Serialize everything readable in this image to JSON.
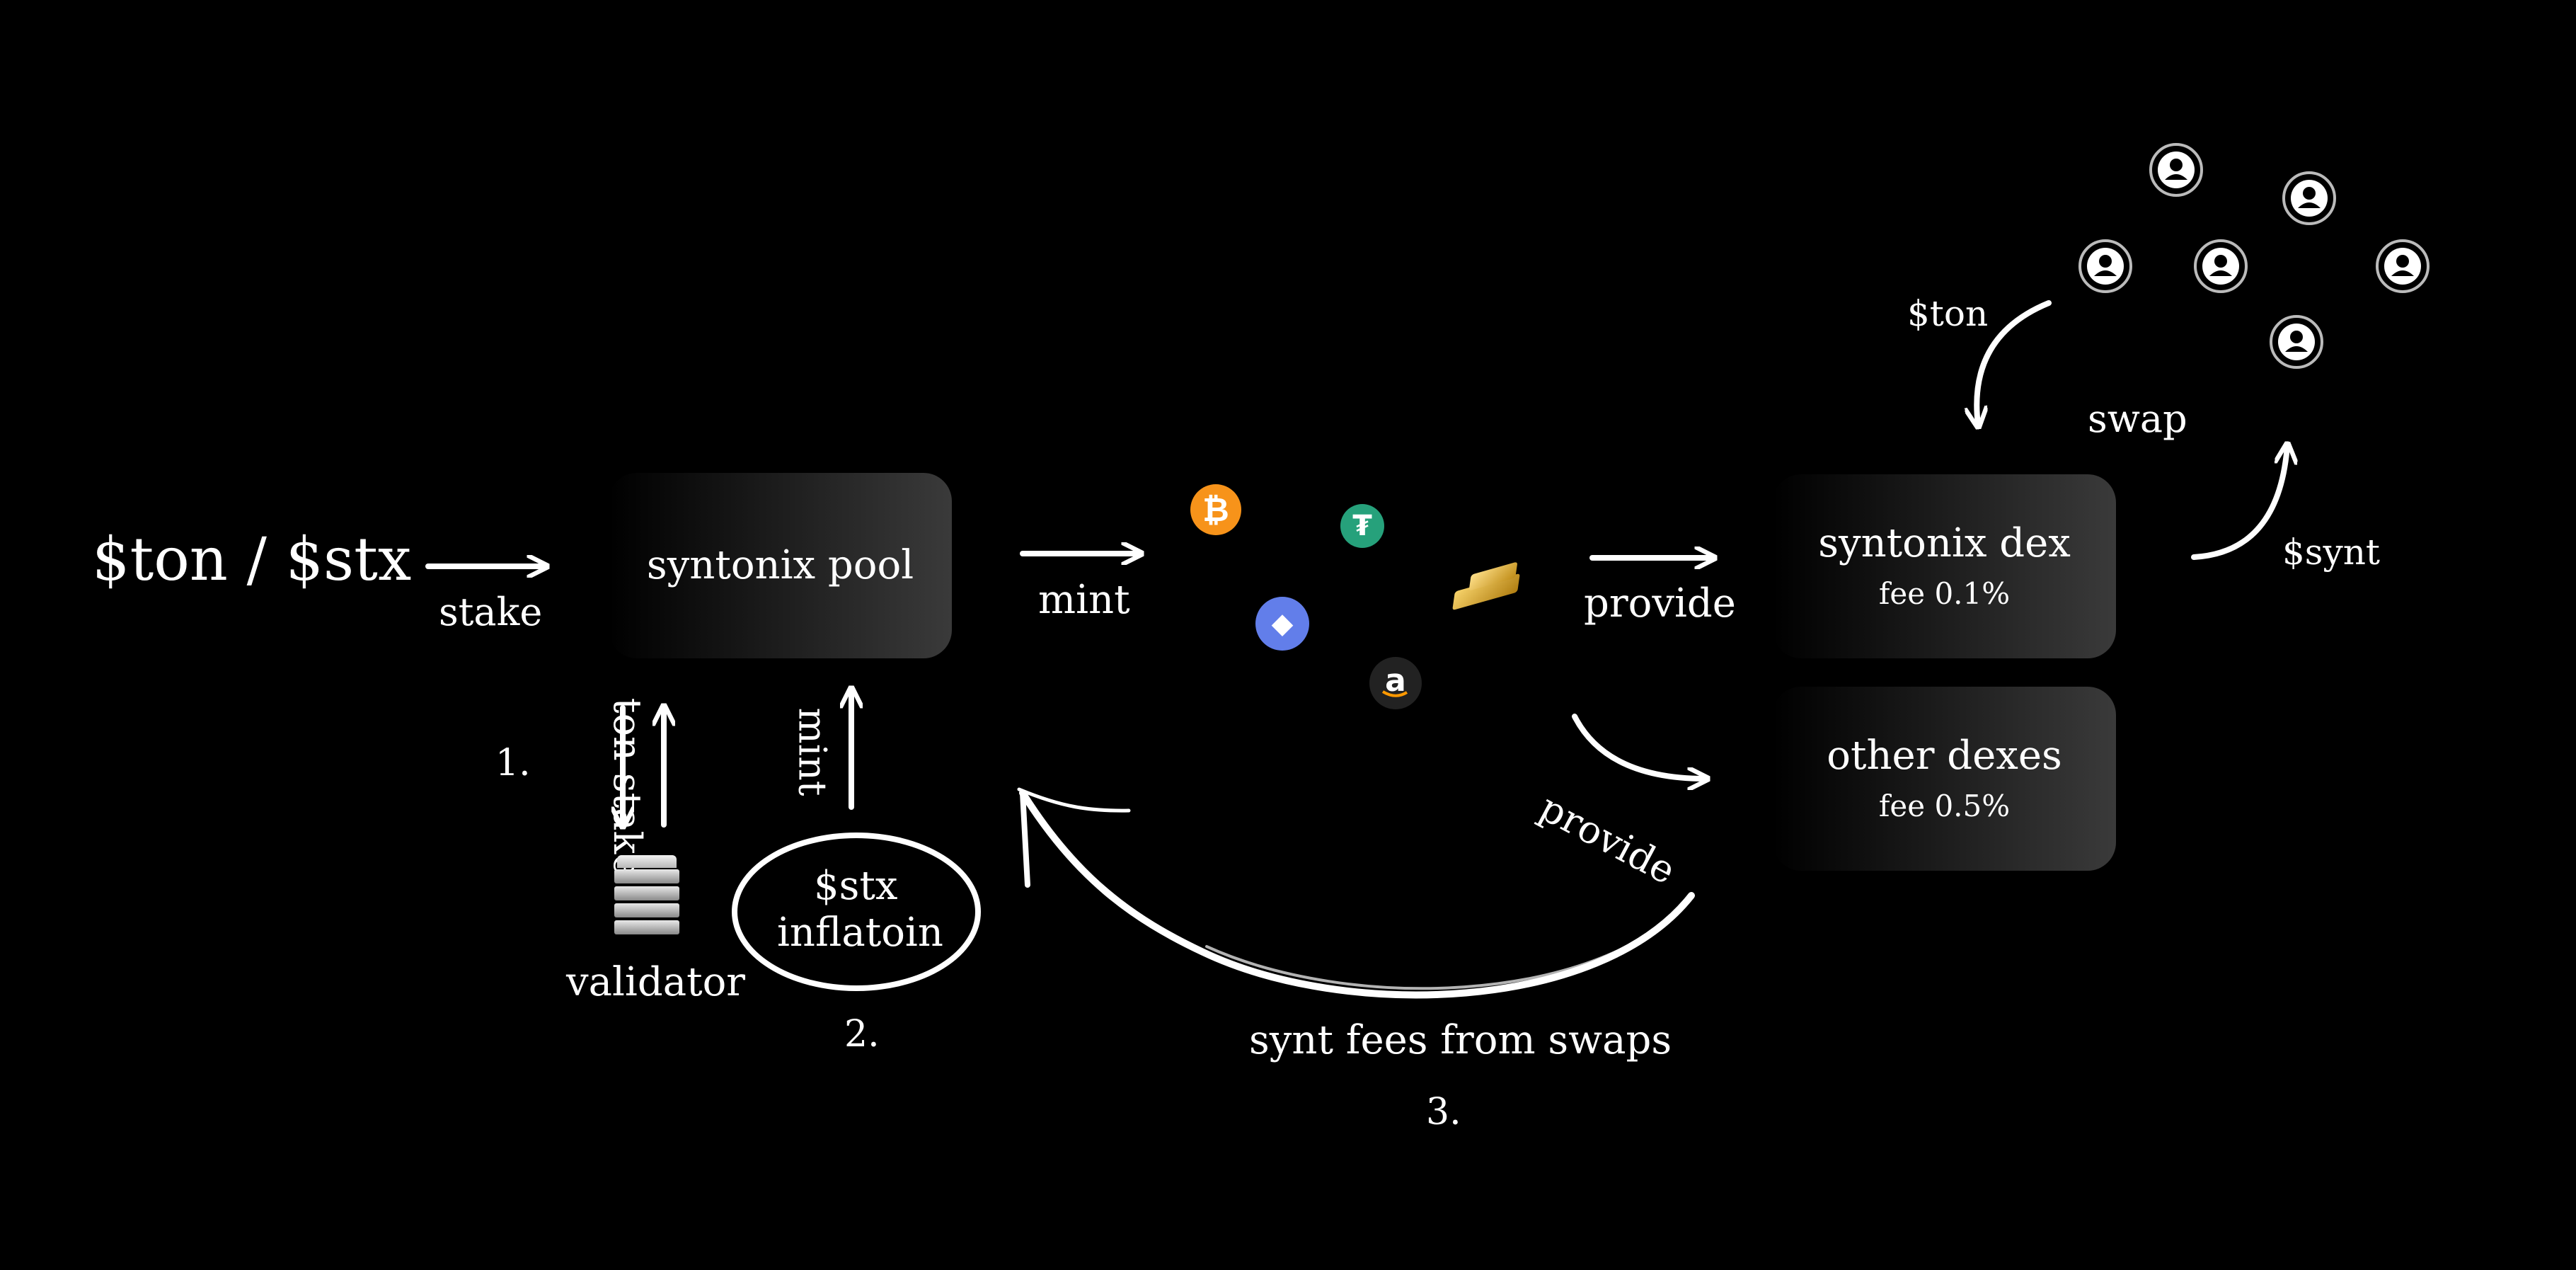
{
  "source_label": "$ton / $stx",
  "edges": {
    "stake": "stake",
    "mint_right": "mint",
    "provide_right": "provide",
    "provide_diag": "provide",
    "ton_stake": "ton stake",
    "mint_up": "mint",
    "ton_to_dex": "$ton",
    "synt_to_users": "$synt",
    "swap": "swap",
    "fees": "synt fees from swaps"
  },
  "pool": {
    "label": "syntonix pool"
  },
  "validator": {
    "label": "validator"
  },
  "inflation": {
    "line1": "$stx",
    "line2": "inflatoin"
  },
  "dex": {
    "label": "syntonix dex",
    "fee": "fee 0.1%"
  },
  "other_dex": {
    "label": "other dexes",
    "fee": "fee 0.5%"
  },
  "steps": {
    "one": "1.",
    "two": "2.",
    "three": "3."
  },
  "assets": [
    {
      "name": "bitcoin",
      "icon": "bitcoin-icon",
      "glyph": "₿",
      "color": "#f7931a"
    },
    {
      "name": "tether",
      "icon": "tether-icon",
      "glyph": "₮",
      "color": "#26a17b"
    },
    {
      "name": "ethereum",
      "icon": "ethereum-icon",
      "glyph": "◆",
      "color": "#627eea"
    },
    {
      "name": "gold",
      "icon": "gold-bars-icon",
      "glyph": "",
      "color": "#d4a21a"
    },
    {
      "name": "amazon",
      "icon": "amazon-icon",
      "glyph": "a",
      "color": "#222222"
    }
  ],
  "users_count": 6
}
